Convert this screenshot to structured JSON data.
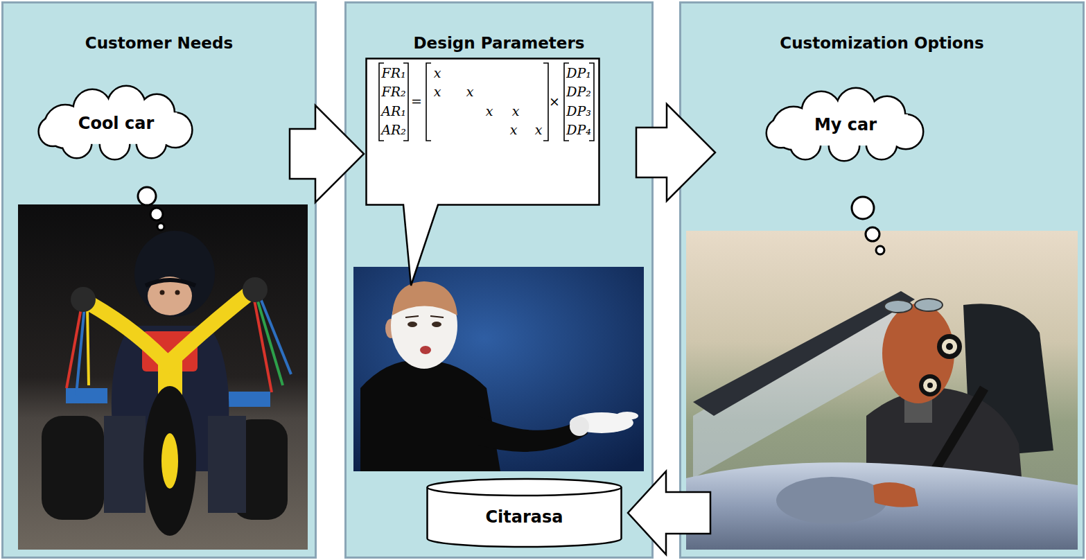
{
  "diagram": {
    "nodes": [
      {
        "text": [
          "Customer Needs"
        ]
      },
      {
        "text": [
          "Cool car"
        ],
        "in": 0
      },
      {
        "text": [
          "Design Parameters"
        ]
      },
      {
        "text": [
          "FR₁",
          "FR₂",
          "AR₁",
          "AR₂",
          "=",
          "x",
          "x",
          "x",
          "x",
          "x",
          "x",
          "x",
          "×",
          "DP₁",
          "DP₂",
          "DP₃",
          "DP₄"
        ],
        "in": 2
      },
      {
        "text": [
          "Citarasa"
        ],
        "in": 2
      },
      {
        "text": [
          "Customization Options"
        ]
      },
      {
        "text": [
          "My car"
        ],
        "in": 5
      }
    ],
    "edges": [
      {
        "from": 0,
        "to": 3,
        "arrow": "to"
      },
      {
        "from": 2,
        "to": 5,
        "arrow": "to"
      },
      {
        "from": 5,
        "to": 4,
        "arrow": "to"
      }
    ]
  }
}
